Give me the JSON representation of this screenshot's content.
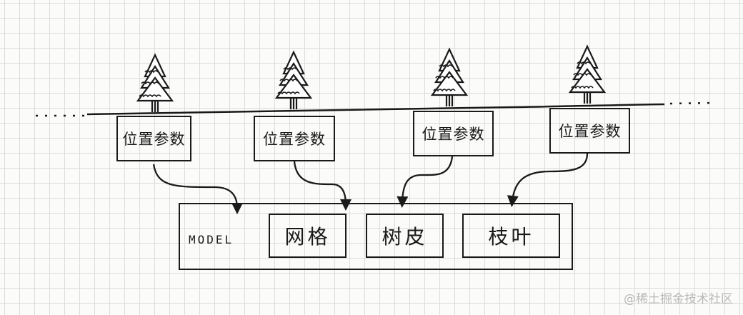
{
  "params": [
    {
      "label": "位置参数"
    },
    {
      "label": "位置参数"
    },
    {
      "label": "位置参数"
    },
    {
      "label": "位置参数"
    }
  ],
  "model": {
    "label": "MODEL",
    "parts": [
      "网格",
      "树皮",
      "枝叶"
    ]
  },
  "watermark": "@稀土掘金技术社区",
  "icons": [
    "tree-icon",
    "at-icon"
  ]
}
